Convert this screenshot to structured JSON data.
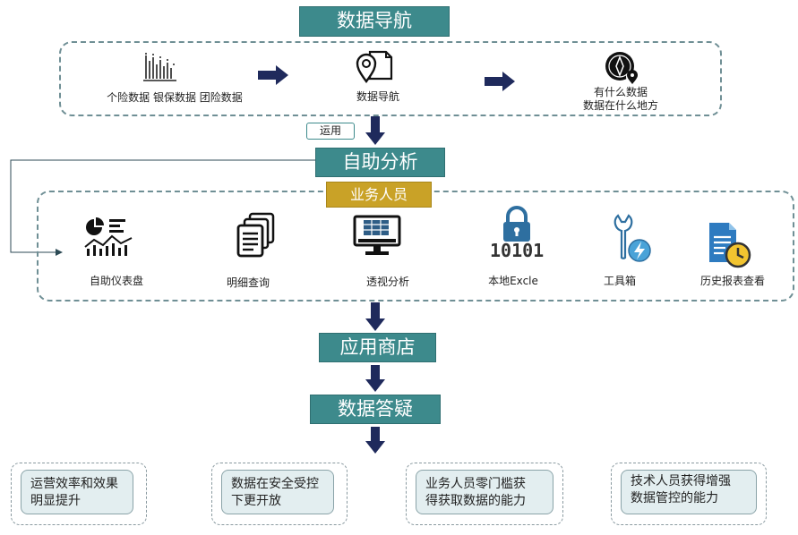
{
  "top": {
    "title": "数据导航",
    "steps": [
      {
        "label": "个险数据 银保数据 团险数据",
        "icon": "bar-chart-icon"
      },
      {
        "label": "数据导航",
        "icon": "map-pin-document-icon"
      },
      {
        "label_line1": "有什么数据",
        "label_line2": "数据在什么地方",
        "icon": "compass-location-icon"
      }
    ]
  },
  "apply_tag": "运用",
  "self_service": {
    "title": "自助分析",
    "role_badge": "业务人员",
    "items": [
      {
        "label": "自助仪表盘",
        "icon": "dashboard-chart-icon"
      },
      {
        "label": "明细查询",
        "icon": "documents-stack-icon"
      },
      {
        "label": "透视分析",
        "icon": "monitor-table-icon"
      },
      {
        "label": "本地Excle",
        "icon": "binary-lock-icon"
      },
      {
        "label": "工具箱",
        "icon": "wrench-bolt-icon"
      },
      {
        "label": "历史报表查看",
        "icon": "report-clock-icon"
      }
    ]
  },
  "app_store": {
    "title": "应用商店"
  },
  "data_qa": {
    "title": "数据答疑"
  },
  "results": [
    {
      "line1": "运营效率和效果",
      "line2": "明显提升"
    },
    {
      "line1": "数据在安全受控",
      "line2": "下更开放"
    },
    {
      "line1": "业务人员零门槛获",
      "line2": "得获取数据的能力"
    },
    {
      "line1": "技术人员获得增强",
      "line2": "数据管控的能力"
    }
  ],
  "colors": {
    "teal": "#3d8a8c",
    "gold": "#c9a227",
    "navy": "#1f2a5c",
    "light": "#e3eef0"
  }
}
